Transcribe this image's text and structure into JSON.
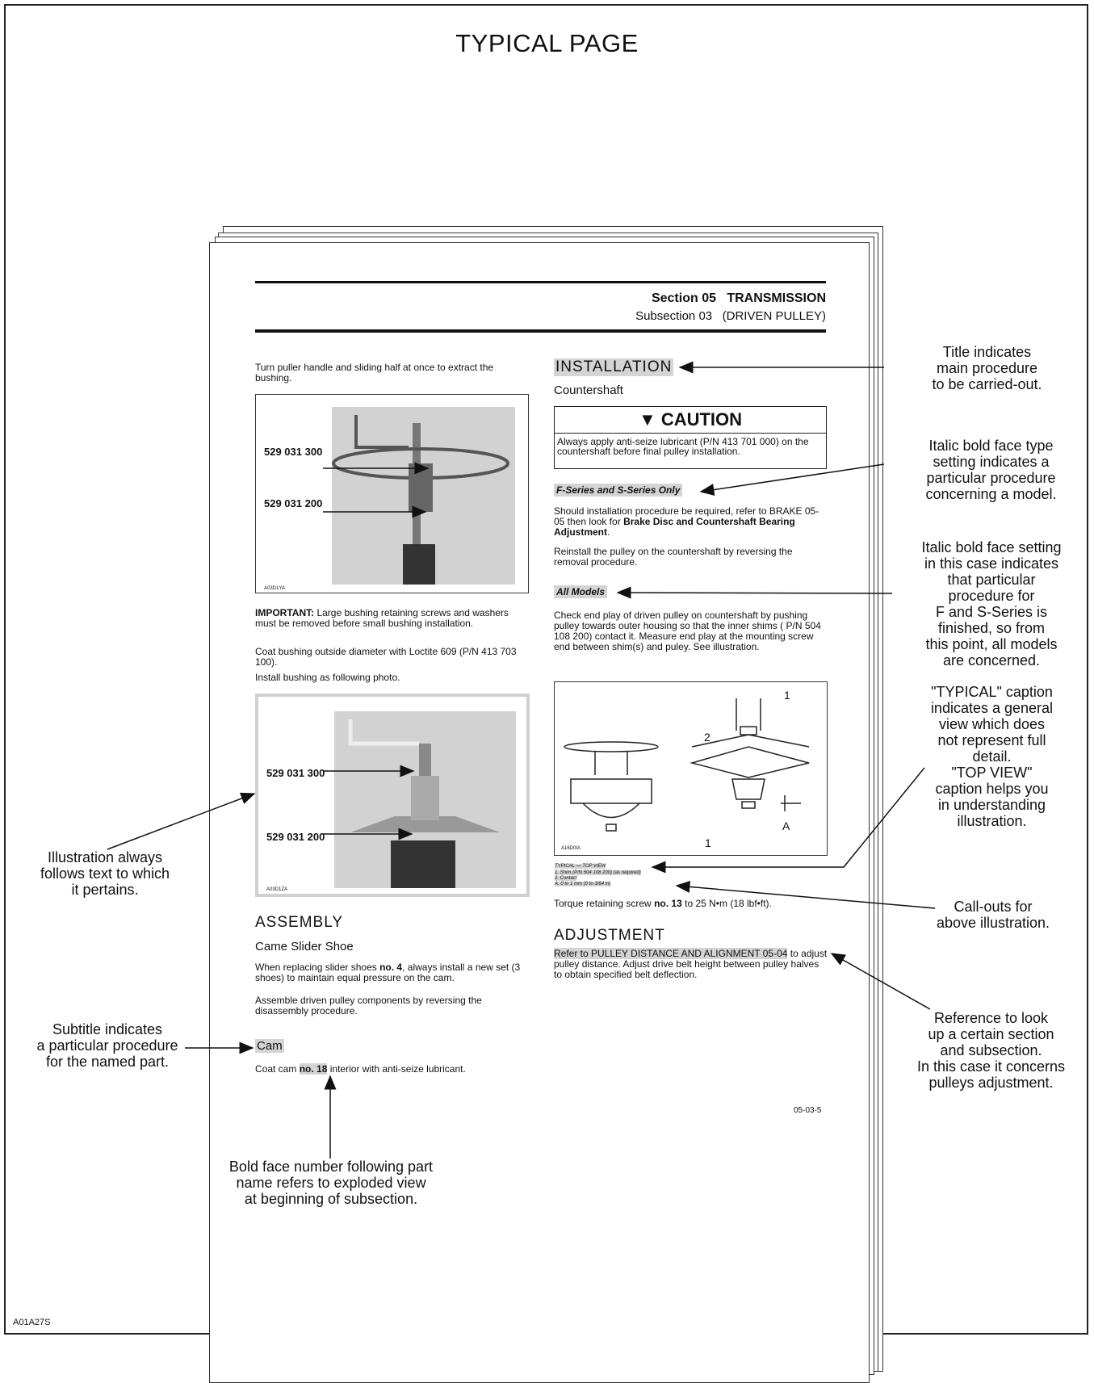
{
  "title": "TYPICAL PAGE",
  "figure_code": "A01A27S",
  "doc": {
    "section": "Section 05   TRANSMISSION",
    "subsection": "Subsection 03   (DRIVEN PULLEY)",
    "page_number": "05-03-5",
    "left_col": {
      "intro": "Turn puller handle and sliding half at once to extract the bushing.",
      "photo1": {
        "label_a": "529 031 300",
        "label_b": "529 031 200",
        "code": "A03D1YA"
      },
      "important_bold": "IMPORTANT:",
      "important_text": "Large bushing retaining screws and washers must be removed before small bushing installation.",
      "coat": "Coat bushing outside diameter with Loctite 609 (P/N 413 703 100).",
      "install": "Install bushing as following photo.",
      "photo2": {
        "label_a": "529 031 300",
        "label_b": "529 031 200",
        "code": "A03D1ZA"
      },
      "assembly_heading": "ASSEMBLY",
      "slider_heading": "Came Slider Shoe",
      "slider_text_a": "When replacing slider shoes",
      "slider_bold": "no. 4",
      "slider_text_b": ", always install a new set (3 shoes) to maintain equal pressure on the cam.",
      "assemble_text": "Assemble driven pulley components by reversing the disassembly procedure.",
      "cam_heading": "Cam",
      "cam_text_a": "Coat cam",
      "cam_bold": "no. 18",
      "cam_text_b": "interior with anti-seize lubricant."
    },
    "right_col": {
      "installation_heading": "INSTALLATION",
      "countershaft": "Countershaft",
      "caution_title": "▼ CAUTION",
      "caution_text": "Always apply anti-seize lubricant (P/N 413 701 000) on the countershaft before final pulley installation.",
      "fseries": "F-Series and S-Series Only",
      "should_text_a": "Should installation procedure be required, refer to BRAKE 05-05 then look for",
      "should_bold": "Brake Disc and Countershaft Bearing Adjustment",
      "reinstall": "Reinstall the pulley on the countershaft by reversing the removal procedure.",
      "all_models": "All Models",
      "check_text": "Check end play of driven pulley on countershaft by pushing pulley towards outer housing so that the inner shims ( P/N 504 108 200) contact it. Measure end play at the mounting screw end between shim(s) and puley. See illustration.",
      "drawing": {
        "c1": "1",
        "c2": "2",
        "c3": "1",
        "ca": "A",
        "code": "A16D0IA"
      },
      "caption_title": "TYPICAL — TOP VIEW",
      "caption_l1": "1. Shim (P/N 504 108 200) (as required)",
      "caption_l2": "2. Contact",
      "caption_l3": "A. 0 to 1 mm (0 to 3/64 in)",
      "torque_a": "Torque retaining screw",
      "torque_bold": "no. 13",
      "torque_b": "to 25 N•m (18 lbf•ft).",
      "adjustment_heading": "ADJUSTMENT",
      "ref_hl": "Refer to PULLEY DISTANCE AND ALIGNMENT 05-04",
      "ref_rest": "to adjust pulley distance. Adjust drive belt height between pulley halves to obtain specified belt deflection."
    }
  },
  "annotations": {
    "title_ind": "Title indicates\nmain procedure\nto be carried-out.",
    "italic1": "Italic bold face type\nsetting indicates a\nparticular procedure\nconcerning a model.",
    "italic2": "Italic bold face setting\nin this case indicates\nthat particular\nprocedure for\nF and S-Series is\nfinished, so from\nthis point, all models\nare concerned.",
    "typical": "\"TYPICAL\" caption\nindicates a general\nview which does\nnot represent full\ndetail.\n\"TOP VIEW\"\ncaption helps you\nin understanding\nillustration.",
    "callouts": "Call-outs for\nabove illustration.",
    "reference": "Reference to look\nup a certain section\nand subsection.\nIn this case it concerns\npulleys adjustment.",
    "illustration": "Illustration always\nfollows text to which\nit pertains.",
    "subtitle": "Subtitle indicates\na particular procedure\nfor the named part.",
    "boldface": "Bold face number following part\nname refers to exploded view\nat beginning of subsection."
  }
}
